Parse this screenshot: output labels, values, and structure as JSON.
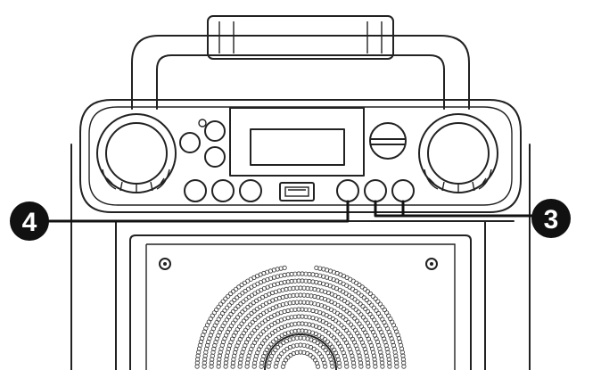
{
  "callouts": [
    {
      "id": "callout-4",
      "label": "4"
    },
    {
      "id": "callout-3",
      "label": "3"
    }
  ],
  "colors": {
    "line": "#222222",
    "badge": "#111111",
    "badge_text": "#ffffff",
    "background": "#ffffff"
  },
  "icons": [
    "carry-handle",
    "left-knob",
    "right-knob",
    "display-screen",
    "usb-port-icon",
    "speaker-grille",
    "screw-icon"
  ]
}
